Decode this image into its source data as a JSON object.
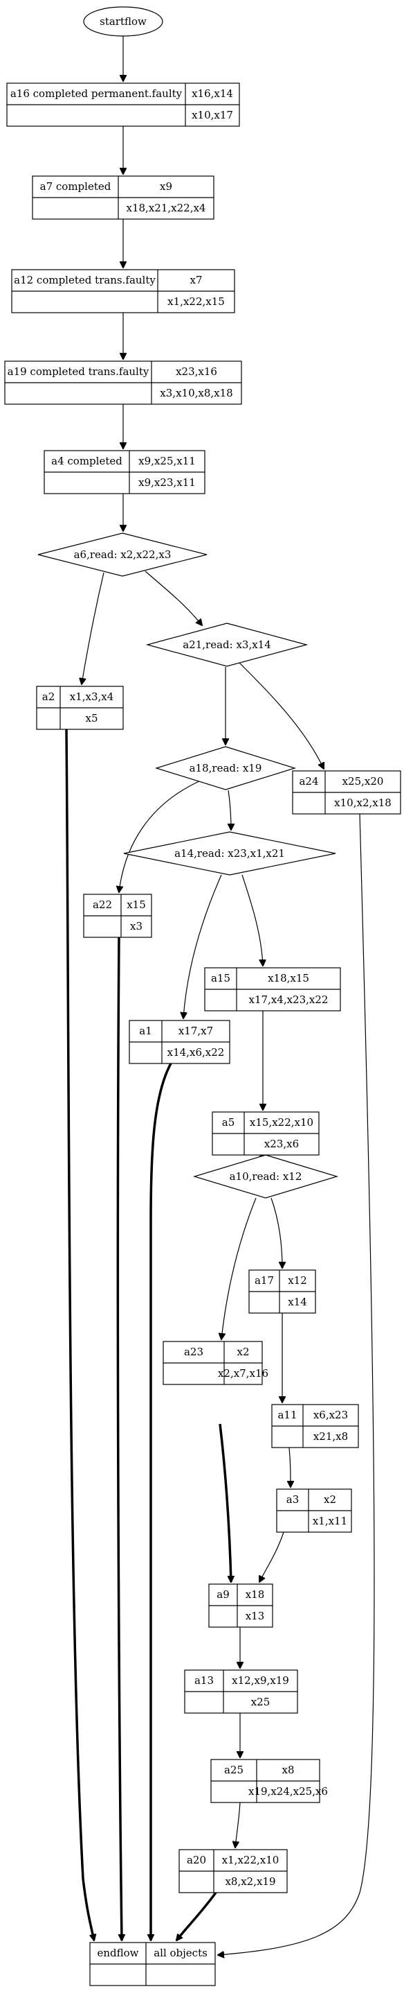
{
  "start": {
    "label": "startflow"
  },
  "end": {
    "label": "endflow",
    "value": "all objects"
  },
  "nodes": [
    {
      "id": "a16",
      "title": "a16 completed permanent.faulty",
      "top": "x16,x14",
      "bottom": "x10,x17"
    },
    {
      "id": "a7",
      "title": "a7 completed",
      "top": "x9",
      "bottom": "x18,x21,x22,x4"
    },
    {
      "id": "a12",
      "title": "a12 completed trans.faulty",
      "top": "x7",
      "bottom": "x1,x22,x15"
    },
    {
      "id": "a19",
      "title": "a19 completed trans.faulty",
      "top": "x23,x16",
      "bottom": "x3,x10,x8,x18"
    },
    {
      "id": "a4",
      "title": "a4 completed",
      "top": "x9,x25,x11",
      "bottom": "x9,x23,x11"
    },
    {
      "id": "a2",
      "title": "a2",
      "top": "x1,x3,x4",
      "bottom": "x5"
    },
    {
      "id": "a24",
      "title": "a24",
      "top": "x25,x20",
      "bottom": "x10,x2,x18"
    },
    {
      "id": "a22",
      "title": "a22",
      "top": "x15",
      "bottom": "x3"
    },
    {
      "id": "a15",
      "title": "a15",
      "top": "x18,x15",
      "bottom": "x17,x4,x23,x22"
    },
    {
      "id": "a1",
      "title": "a1",
      "top": "x17,x7",
      "bottom": "x14,x6,x22"
    },
    {
      "id": "a5",
      "title": "a5",
      "top": "x15,x22,x10",
      "bottom": "x23,x6"
    },
    {
      "id": "a17",
      "title": "a17",
      "top": "x12",
      "bottom": "x14"
    },
    {
      "id": "a23",
      "title": "a23",
      "top": "x2",
      "bottom": "x2,x7,x16"
    },
    {
      "id": "a11",
      "title": "a11",
      "top": "x6,x23",
      "bottom": "x21,x8"
    },
    {
      "id": "a3",
      "title": "a3",
      "top": "x2",
      "bottom": "x1,x11"
    },
    {
      "id": "a9",
      "title": "a9",
      "top": "x18",
      "bottom": "x13"
    },
    {
      "id": "a13",
      "title": "a13",
      "top": "x12,x9,x19",
      "bottom": "x25"
    },
    {
      "id": "a25",
      "title": "a25",
      "top": "x8",
      "bottom": "x19,x24,x25,x6"
    },
    {
      "id": "a20",
      "title": "a20",
      "top": "x1,x22,x10",
      "bottom": "x8,x2,x19"
    }
  ],
  "decisions": [
    {
      "id": "a6",
      "label": "a6,read: x2,x22,x3"
    },
    {
      "id": "a21",
      "label": "a21,read: x3,x14"
    },
    {
      "id": "a18",
      "label": "a18,read: x19"
    },
    {
      "id": "a14",
      "label": "a14,read: x23,x1,x21"
    },
    {
      "id": "a10",
      "label": "a10,read: x12"
    }
  ],
  "edges": [
    {
      "from": "start",
      "to": "a16",
      "bold": false
    },
    {
      "from": "a16",
      "to": "a7",
      "bold": false
    },
    {
      "from": "a7",
      "to": "a12",
      "bold": false
    },
    {
      "from": "a12",
      "to": "a19",
      "bold": false
    },
    {
      "from": "a19",
      "to": "a4",
      "bold": false
    },
    {
      "from": "a4",
      "to": "a6",
      "bold": false
    },
    {
      "from": "a6",
      "to": "a2",
      "bold": false
    },
    {
      "from": "a6",
      "to": "a21",
      "bold": false
    },
    {
      "from": "a21",
      "to": "a18",
      "bold": false
    },
    {
      "from": "a21",
      "to": "a24",
      "bold": false
    },
    {
      "from": "a18",
      "to": "a22",
      "bold": false
    },
    {
      "from": "a18",
      "to": "a14",
      "bold": false
    },
    {
      "from": "a14",
      "to": "a1",
      "bold": false
    },
    {
      "from": "a14",
      "to": "a15",
      "bold": false
    },
    {
      "from": "a15",
      "to": "a5",
      "bold": false
    },
    {
      "from": "a5",
      "to": "a10",
      "bold": false
    },
    {
      "from": "a10",
      "to": "a23",
      "bold": false
    },
    {
      "from": "a10",
      "to": "a17",
      "bold": false
    },
    {
      "from": "a17",
      "to": "a11",
      "bold": false
    },
    {
      "from": "a11",
      "to": "a3",
      "bold": false
    },
    {
      "from": "a3",
      "to": "a9",
      "bold": false
    },
    {
      "from": "a23",
      "to": "a9",
      "bold": true
    },
    {
      "from": "a9",
      "to": "a13",
      "bold": false
    },
    {
      "from": "a13",
      "to": "a25",
      "bold": false
    },
    {
      "from": "a25",
      "to": "a20",
      "bold": false
    },
    {
      "from": "a20",
      "to": "end",
      "bold": true
    },
    {
      "from": "a2",
      "to": "end",
      "bold": true
    },
    {
      "from": "a22",
      "to": "end",
      "bold": true
    },
    {
      "from": "a1",
      "to": "end",
      "bold": true
    },
    {
      "from": "a24",
      "to": "end",
      "bold": false
    }
  ]
}
